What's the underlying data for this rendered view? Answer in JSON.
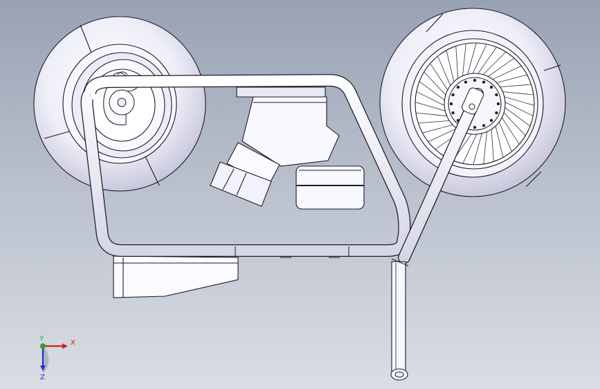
{
  "viewport": {
    "background_top": "#98a2b4",
    "background_bottom": "#d9dde4"
  },
  "model": {
    "part_fill": "#f4f4fa",
    "part_shadow": "#c9c9dc",
    "edge_color": "#1a1a2a",
    "components": [
      "rear-tire",
      "rear-hub",
      "front-spoked-wheel",
      "main-frame",
      "fuel-tank",
      "intake-pipe",
      "battery-box",
      "footboard",
      "fork-tube"
    ]
  },
  "triad": {
    "x_label": "X",
    "y_label": "Y",
    "z_label": "Z",
    "x_color": "#d42020",
    "y_color": "#2ba02b",
    "z_color": "#2030c8"
  }
}
